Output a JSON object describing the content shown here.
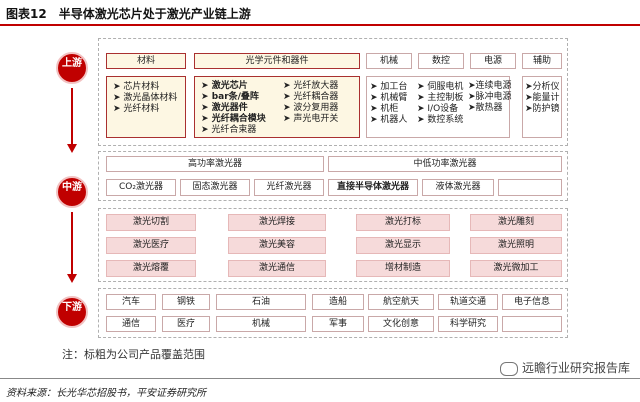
{
  "header": {
    "fig_no": "图表12",
    "title": "半导体激光芯片处于激光产业链上游"
  },
  "stages": {
    "upstream": "上游",
    "midstream": "中游",
    "downstream": "下游"
  },
  "upstream": {
    "materials": {
      "title": "材料",
      "items": [
        "芯片材料",
        "激光晶体材料",
        "光纤材料"
      ]
    },
    "optics": {
      "title": "光学元件和器件",
      "left": [
        "激光芯片",
        "bar条/叠阵",
        "激光器件",
        "光纤耦合模块",
        "光纤合束器"
      ],
      "right": [
        "光纤放大器",
        "光纤耦合器",
        "波分复用器",
        "声光电开关"
      ]
    },
    "machine": {
      "title": "机械",
      "items": [
        "加工台",
        "机械臂",
        "机柜",
        "机器人"
      ]
    },
    "control": {
      "title": "数控",
      "items": [
        "伺服电机",
        "主控制板",
        "I/O设备",
        "数控系统"
      ]
    },
    "power": {
      "title": "电源",
      "items": [
        "连续电源",
        "脉冲电源",
        "散热器"
      ]
    },
    "aux": {
      "title": "辅助",
      "items": [
        "分析仪",
        "能量计",
        "防护镜"
      ]
    }
  },
  "midstream": {
    "categories": [
      "高功率激光器",
      "中低功率激光器"
    ],
    "types": [
      "CO₂激光器",
      "固态激光器",
      "光纤激光器",
      "直接半导体激光器",
      "液体激光器",
      ""
    ]
  },
  "applications": [
    [
      "激光切割",
      "激光焊接",
      "激光打标",
      "激光雕刻"
    ],
    [
      "激光医疗",
      "激光美容",
      "激光显示",
      "激光照明"
    ],
    [
      "激光熔覆",
      "激光通信",
      "增材制造",
      "激光微加工"
    ]
  ],
  "downstream": [
    [
      "汽车",
      "钢铁",
      "石油",
      "造船",
      "航空航天",
      "轨道交通",
      "电子信息"
    ],
    [
      "通信",
      "医疗",
      "机械",
      "军事",
      "文化创意",
      "科学研究",
      ""
    ]
  ],
  "note": "注：标粗为公司产品覆盖范围",
  "source": "资料来源：长光华芯招股书，平安证券研究所",
  "watermark": "远瞻行业研究报告库",
  "colors": {
    "accent": "#c00000",
    "cream": "#fdf7e3",
    "pink": "#f6dada"
  }
}
